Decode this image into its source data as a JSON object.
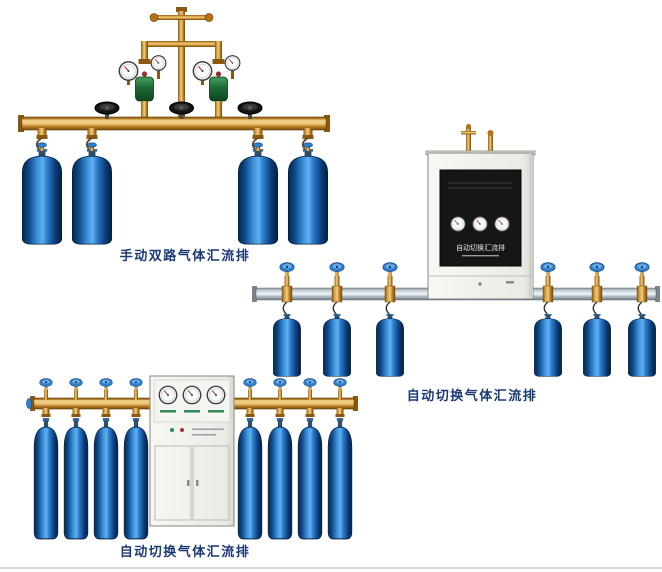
{
  "page": {
    "background": "#ffffff",
    "divider_color": "#d6d6d6"
  },
  "figures": [
    {
      "id": "manual-dual-manifold",
      "caption": "手动双路气体汇流排",
      "cylinder_count": 4
    },
    {
      "id": "auto-switch-manifold-right",
      "caption": "自动切换气体汇流排",
      "cabinet_label": "自动切换汇流排",
      "cylinder_count": 6
    },
    {
      "id": "auto-switch-manifold-bottom",
      "caption": "自动切换气体汇流排",
      "cylinder_count": 8
    }
  ],
  "colors": {
    "cylinder_blue": "#2e7fd0",
    "brass": "#cf9a3d",
    "steel_pipe": "#ccd6dc",
    "valve_handle_blue": "#2f80d0",
    "regulator_green": "#1e6b35",
    "cabinet_body": "#f2f2ee",
    "cabinet_panel": "#161616",
    "caption_text": "#1c3a75"
  }
}
